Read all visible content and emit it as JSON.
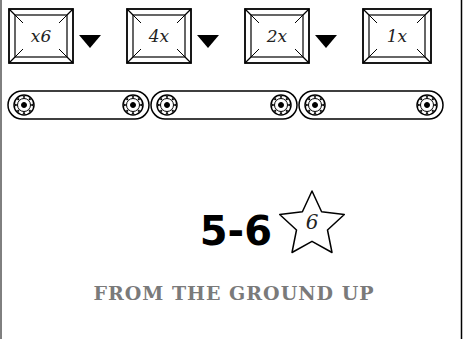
{
  "diagram": {
    "nodes": [
      {
        "text": [
          "x6"
        ]
      },
      {
        "text": [
          "4x"
        ]
      },
      {
        "text": [
          "2x"
        ]
      },
      {
        "text": [
          "1x"
        ]
      },
      {
        "text": [
          "6"
        ]
      }
    ],
    "labels": [
      "5-6",
      "FROM THE GROUND UP"
    ]
  }
}
